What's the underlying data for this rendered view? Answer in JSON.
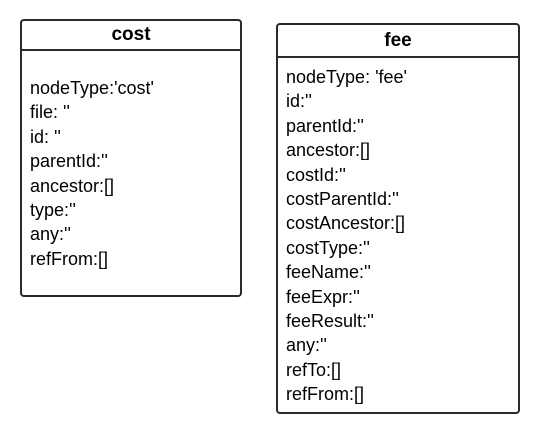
{
  "entities": [
    {
      "title": "cost",
      "fields": [
        "nodeType:'cost'",
        "file: ''",
        "id: ''",
        "parentId:''",
        "ancestor:[]",
        "type:''",
        "any:''",
        "refFrom:[]"
      ]
    },
    {
      "title": "fee",
      "fields": [
        "nodeType: 'fee'",
        "id:''",
        "parentId:''",
        "ancestor:[]",
        "costId:''",
        "costParentId:''",
        "costAncestor:[]",
        "costType:''",
        "feeName:''",
        "feeExpr:''",
        "feeResult:''",
        "any:''",
        "refTo:[]",
        "refFrom:[]"
      ]
    }
  ],
  "colors": {
    "border": "#2a2a2a",
    "background": "#ffffff",
    "text": "#000000"
  }
}
